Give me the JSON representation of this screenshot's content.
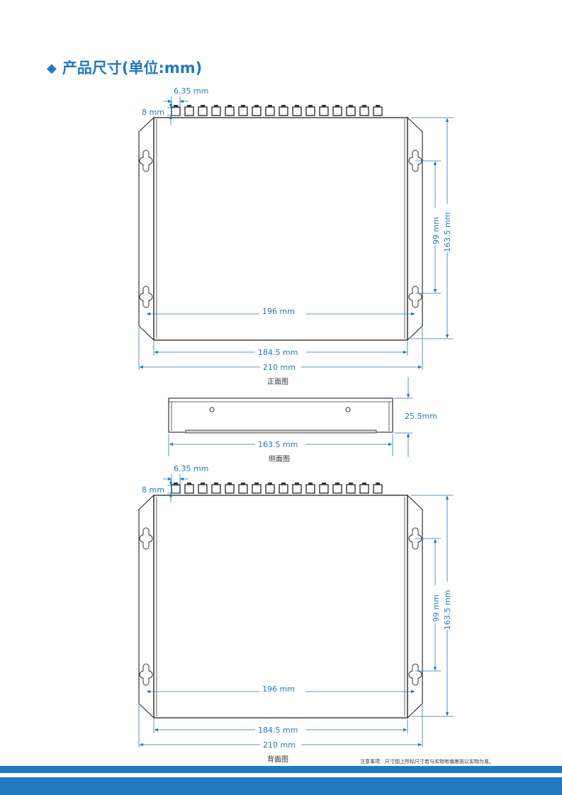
{
  "title": "产品尺寸(单位:mm)",
  "bullet": "◆",
  "front": {
    "caption": "正面图",
    "pitch": "6.35 mm",
    "port_height": "8 mm",
    "hole_span_v": "99 mm",
    "height": "163.5 mm",
    "hole_span_h": "196 mm",
    "body_width": "184.5 mm",
    "total_width": "210 mm"
  },
  "side": {
    "caption": "侧面图",
    "thickness": "25.5mm",
    "depth": "163.5 mm"
  },
  "back": {
    "caption": "背面图",
    "pitch": "6.35 mm",
    "port_height": "8 mm",
    "hole_span_v": "99 mm",
    "height": "163.5 mm",
    "hole_span_h": "196 mm",
    "body_width": "184.5 mm",
    "total_width": "210 mm"
  },
  "note": "注意事项：尺寸图上所标尺寸若与实物有偏差则以实物为准。",
  "colors": {
    "accent": "#1f7ac0",
    "line": "#333333"
  }
}
